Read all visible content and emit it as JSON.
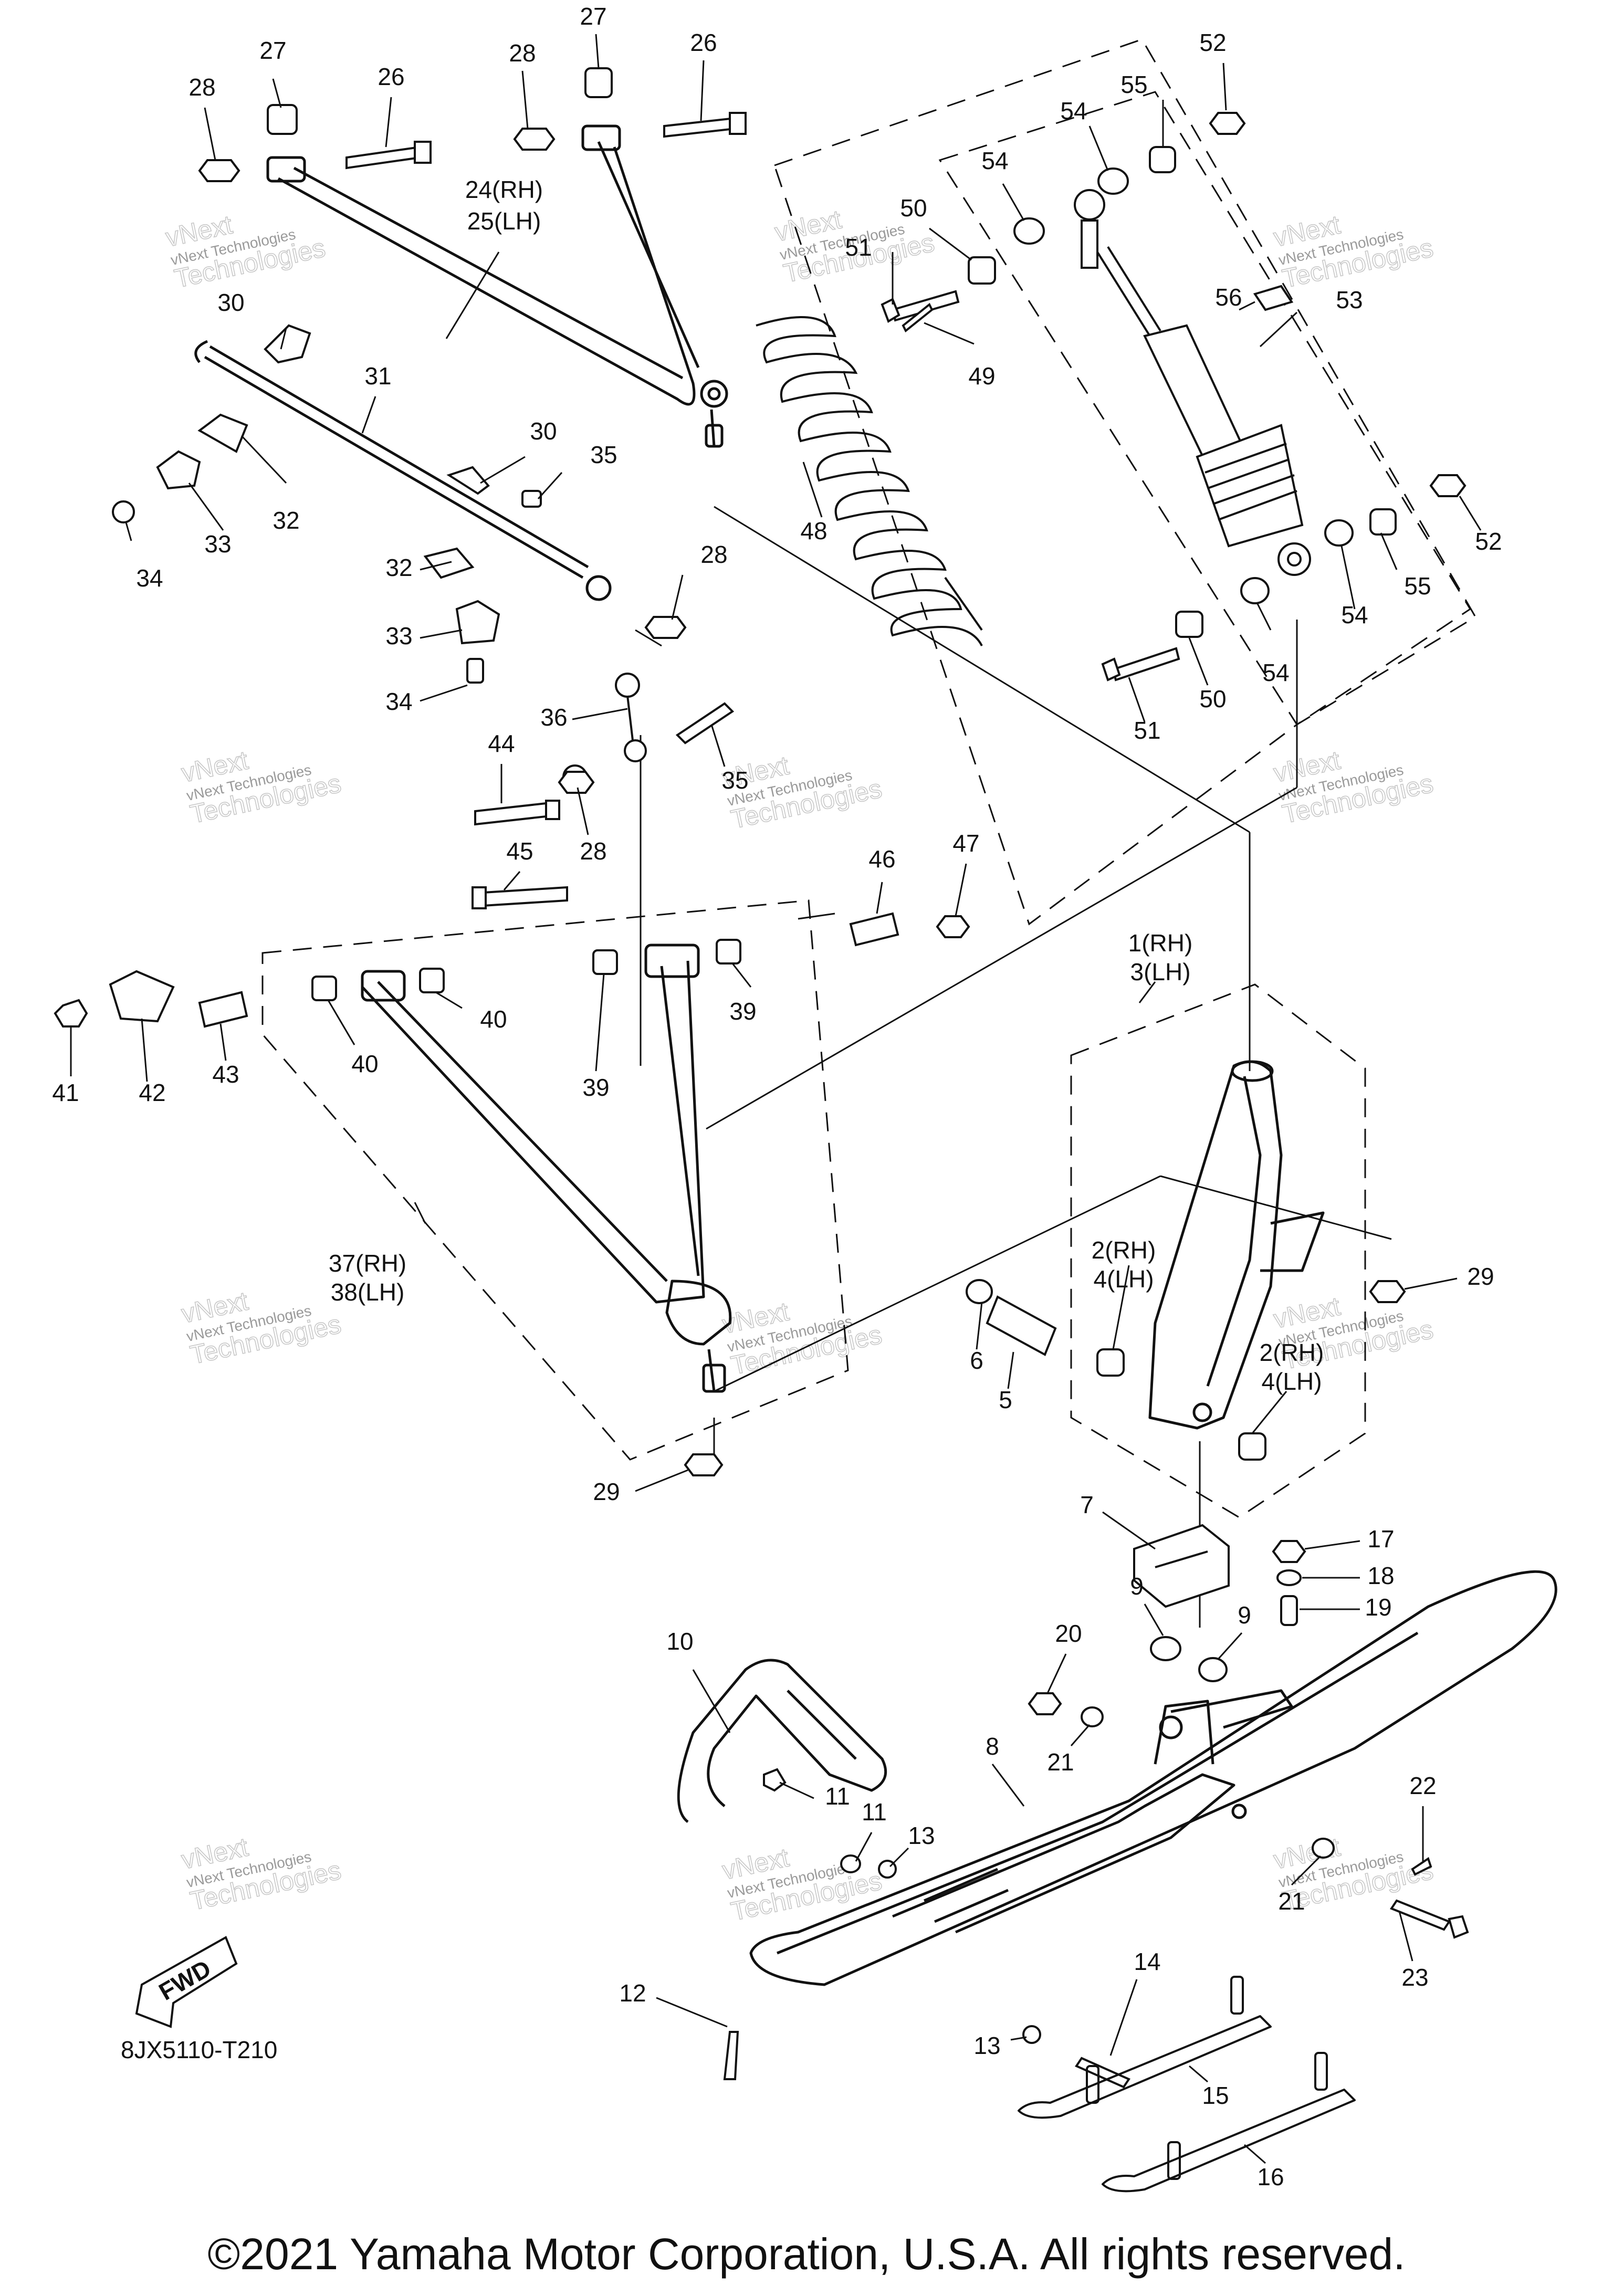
{
  "diagram": {
    "reference_code": "8JX5110-T210",
    "fwd_label": "FWD",
    "watermark_small": "vNext Technologies",
    "watermark_word_1": "vNext",
    "watermark_word_2": "Technologies",
    "callouts": [
      {
        "id": "c27a",
        "text": "27"
      },
      {
        "id": "c26a",
        "text": "26"
      },
      {
        "id": "c28a",
        "text": "28"
      },
      {
        "id": "c27b",
        "text": "27"
      },
      {
        "id": "c28b",
        "text": "28"
      },
      {
        "id": "c26b",
        "text": "26"
      },
      {
        "id": "c52a",
        "text": "52"
      },
      {
        "id": "c55a",
        "text": "55"
      },
      {
        "id": "c54a",
        "text": "54"
      },
      {
        "id": "c54b",
        "text": "54"
      },
      {
        "id": "c50a",
        "text": "50"
      },
      {
        "id": "c51a",
        "text": "51"
      },
      {
        "id": "c24",
        "text": "24(RH)"
      },
      {
        "id": "c25",
        "text": "25(LH)"
      },
      {
        "id": "c30a",
        "text": "30"
      },
      {
        "id": "c31",
        "text": "31"
      },
      {
        "id": "c56",
        "text": "56"
      },
      {
        "id": "c53",
        "text": "53"
      },
      {
        "id": "c49",
        "text": "49"
      },
      {
        "id": "c30b",
        "text": "30"
      },
      {
        "id": "c35a",
        "text": "35"
      },
      {
        "id": "c32a",
        "text": "32"
      },
      {
        "id": "c33a",
        "text": "33"
      },
      {
        "id": "c34a",
        "text": "34"
      },
      {
        "id": "c48",
        "text": "48"
      },
      {
        "id": "c52b",
        "text": "52"
      },
      {
        "id": "c32b",
        "text": "32"
      },
      {
        "id": "c28c",
        "text": "28"
      },
      {
        "id": "c55b",
        "text": "55"
      },
      {
        "id": "c54c",
        "text": "54"
      },
      {
        "id": "c33b",
        "text": "33"
      },
      {
        "id": "c54d",
        "text": "54"
      },
      {
        "id": "c34b",
        "text": "34"
      },
      {
        "id": "c50b",
        "text": "50"
      },
      {
        "id": "c51b",
        "text": "51"
      },
      {
        "id": "c36",
        "text": "36"
      },
      {
        "id": "c44",
        "text": "44"
      },
      {
        "id": "c35b",
        "text": "35"
      },
      {
        "id": "c28d",
        "text": "28"
      },
      {
        "id": "c45",
        "text": "45"
      },
      {
        "id": "c46",
        "text": "46"
      },
      {
        "id": "c47",
        "text": "47"
      },
      {
        "id": "c1",
        "text": "1(RH)"
      },
      {
        "id": "c3",
        "text": "3(LH)"
      },
      {
        "id": "c40a",
        "text": "40"
      },
      {
        "id": "c39a",
        "text": "39"
      },
      {
        "id": "c41",
        "text": "41"
      },
      {
        "id": "c42",
        "text": "42"
      },
      {
        "id": "c43",
        "text": "43"
      },
      {
        "id": "c40b",
        "text": "40"
      },
      {
        "id": "c39b",
        "text": "39"
      },
      {
        "id": "c2a",
        "text": "2(RH)"
      },
      {
        "id": "c4a",
        "text": "4(LH)"
      },
      {
        "id": "c29a",
        "text": "29"
      },
      {
        "id": "c37",
        "text": "37(RH)"
      },
      {
        "id": "c38",
        "text": "38(LH)"
      },
      {
        "id": "c6",
        "text": "6"
      },
      {
        "id": "c2b",
        "text": "2(RH)"
      },
      {
        "id": "c4b",
        "text": "4(LH)"
      },
      {
        "id": "c5",
        "text": "5"
      },
      {
        "id": "c29b",
        "text": "29"
      },
      {
        "id": "c7",
        "text": "7"
      },
      {
        "id": "c17",
        "text": "17"
      },
      {
        "id": "c18",
        "text": "18"
      },
      {
        "id": "c9a",
        "text": "9"
      },
      {
        "id": "c9b",
        "text": "9"
      },
      {
        "id": "c19",
        "text": "19"
      },
      {
        "id": "c10",
        "text": "10"
      },
      {
        "id": "c20",
        "text": "20"
      },
      {
        "id": "c21a",
        "text": "21"
      },
      {
        "id": "c8",
        "text": "8"
      },
      {
        "id": "c11a",
        "text": "11"
      },
      {
        "id": "c22",
        "text": "22"
      },
      {
        "id": "c11b",
        "text": "11"
      },
      {
        "id": "c13a",
        "text": "13"
      },
      {
        "id": "c21b",
        "text": "21"
      },
      {
        "id": "c23",
        "text": "23"
      },
      {
        "id": "c14",
        "text": "14"
      },
      {
        "id": "c12",
        "text": "12"
      },
      {
        "id": "c13b",
        "text": "13"
      },
      {
        "id": "c15",
        "text": "15"
      },
      {
        "id": "c16",
        "text": "16"
      }
    ]
  },
  "footer": {
    "copyright": "©2021 Yamaha Motor Corporation, U.S.A. All rights reserved."
  }
}
